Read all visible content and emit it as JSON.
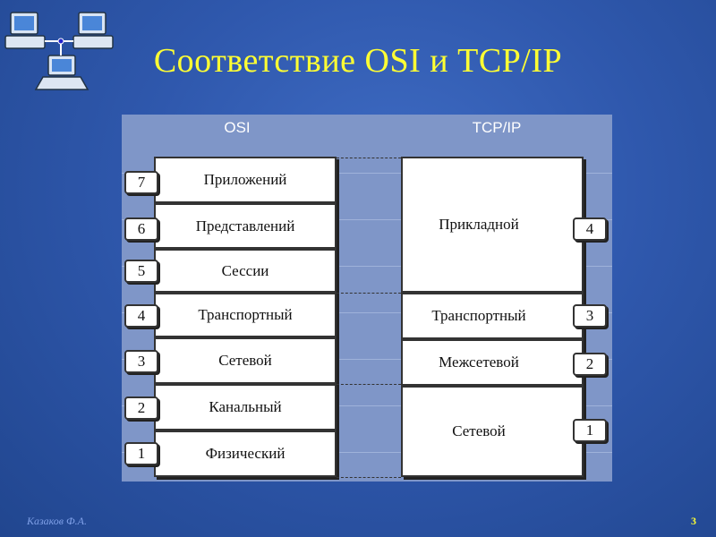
{
  "slide": {
    "title": "Соответствие OSI и TCP/IP",
    "footer_author": "Казаков Ф.А.",
    "page_number": "3"
  },
  "osi": {
    "heading": "OSI",
    "layers": [
      {
        "number": "7",
        "name": "Приложений"
      },
      {
        "number": "6",
        "name": "Представлений"
      },
      {
        "number": "5",
        "name": "Сессии"
      },
      {
        "number": "4",
        "name": "Транспортный"
      },
      {
        "number": "3",
        "name": "Сетевой"
      },
      {
        "number": "2",
        "name": "Канальный"
      },
      {
        "number": "1",
        "name": "Физический"
      }
    ]
  },
  "tcpip": {
    "heading": "TCP/IP",
    "layers": [
      {
        "number": "4",
        "name": "Прикладной"
      },
      {
        "number": "3",
        "name": "Транспортный"
      },
      {
        "number": "2",
        "name": "Межсетевой"
      },
      {
        "number": "1",
        "name": "Сетевой"
      }
    ]
  },
  "colors": {
    "title": "#ffff33",
    "panel": "#7f96c8",
    "background": "#2f58ad"
  },
  "icons": [
    "network-computers-icon"
  ]
}
